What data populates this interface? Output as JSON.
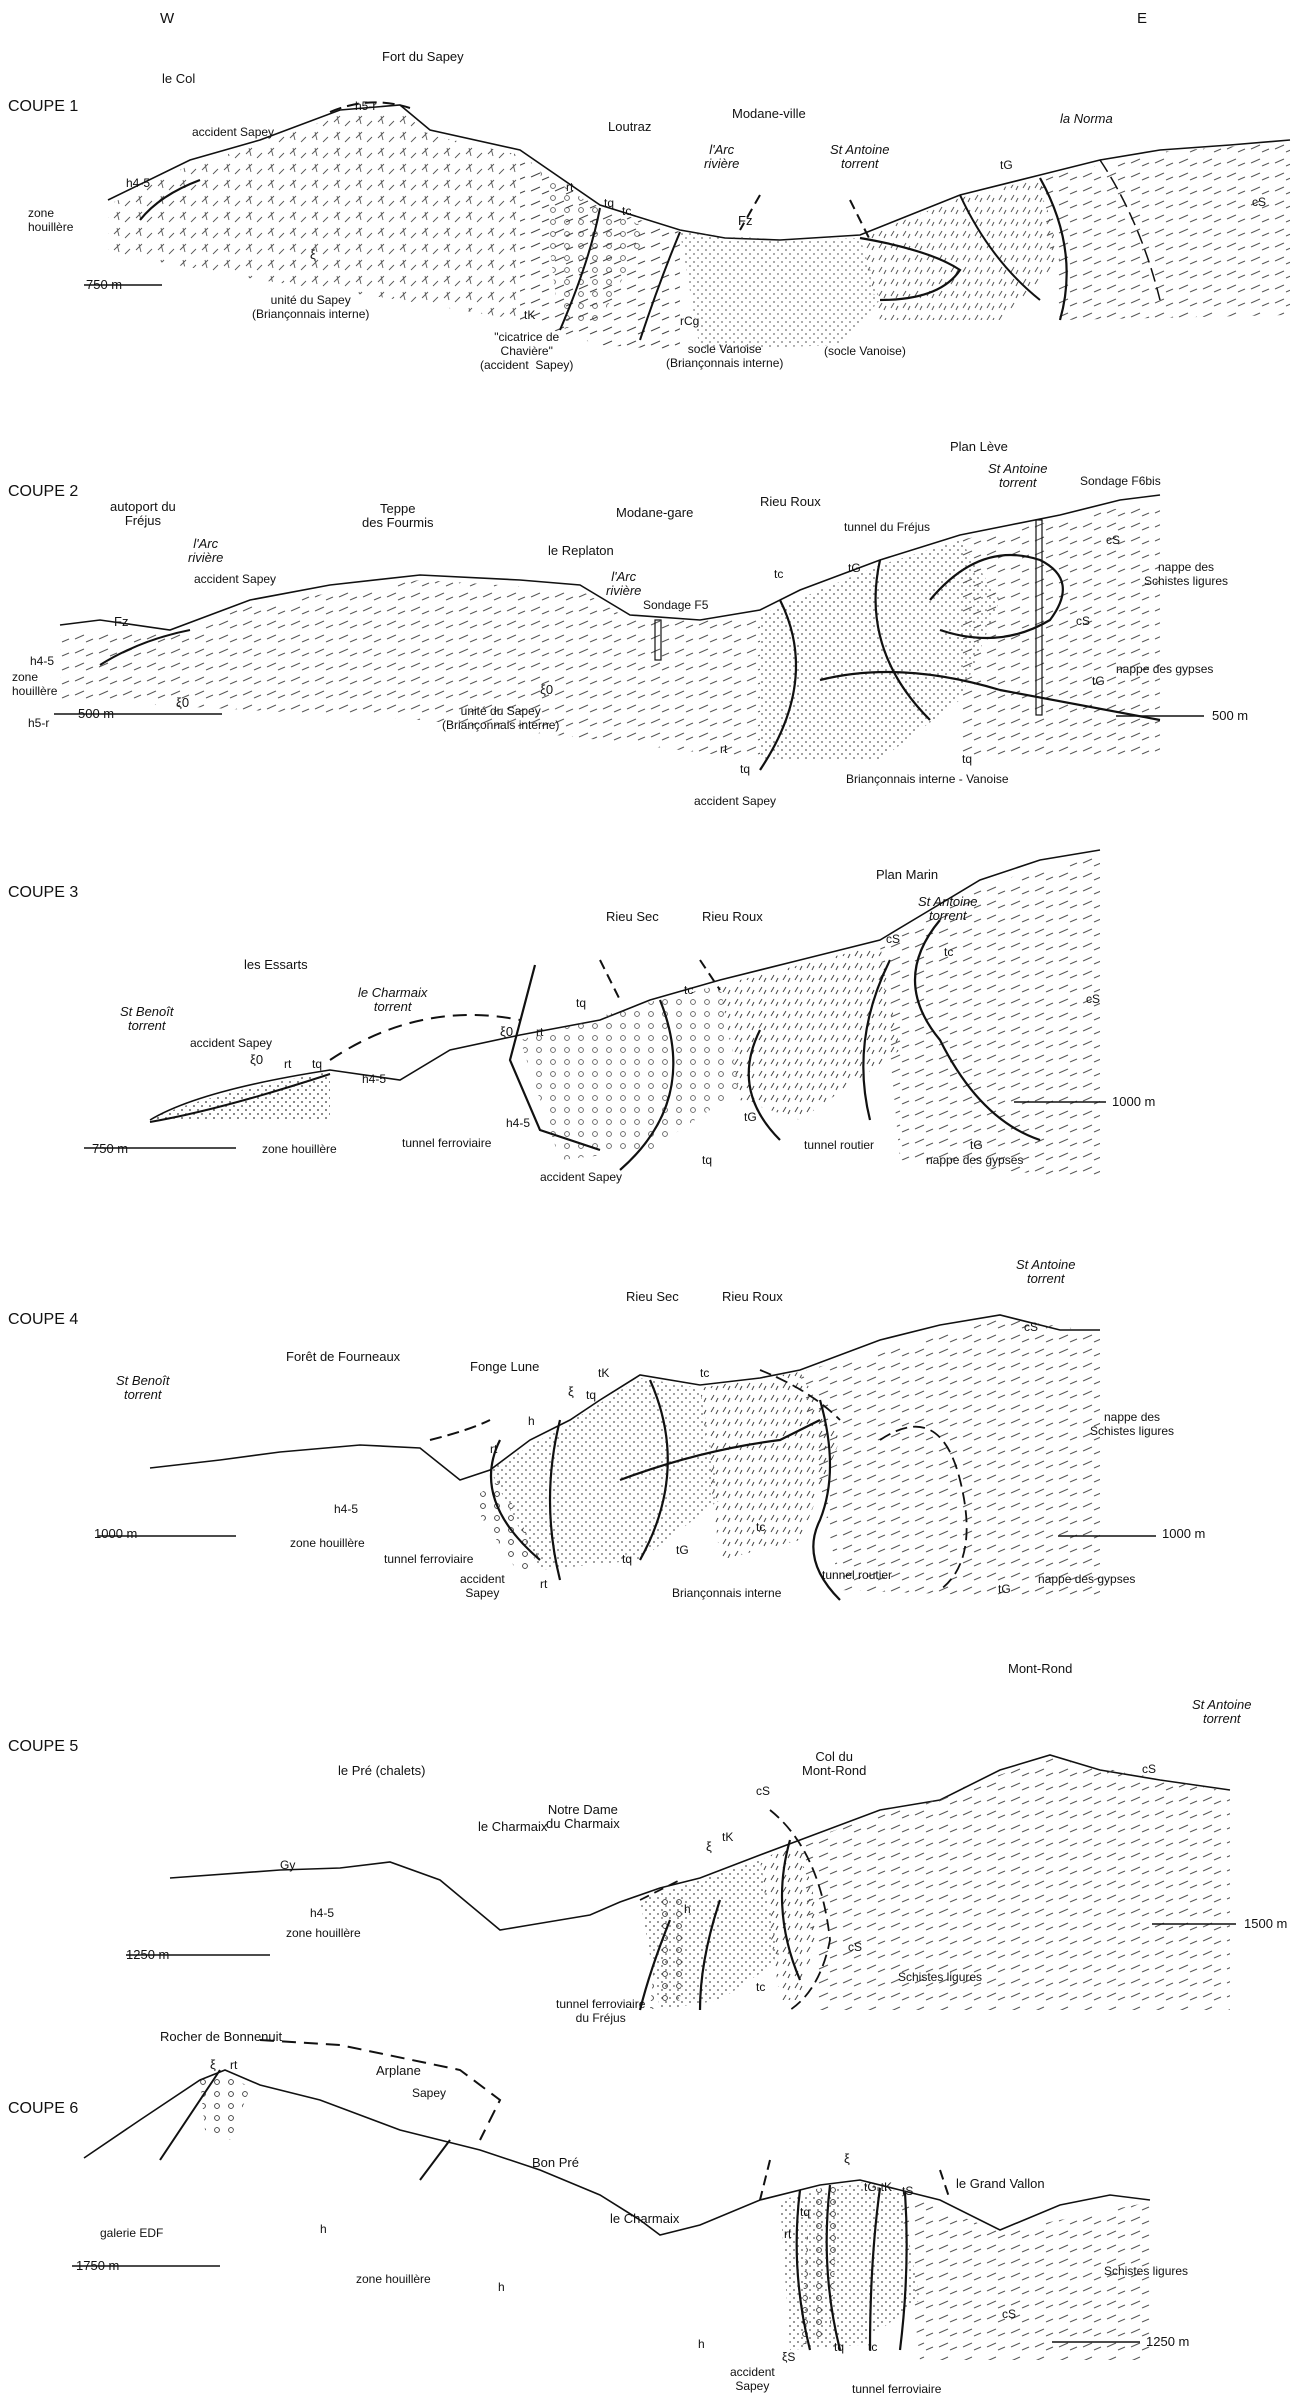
{
  "compass": {
    "west": "W",
    "east": "E"
  },
  "sections": [
    {
      "id": "coupe1",
      "title": "COUPE 1",
      "scale_label": "750 m",
      "labels": {
        "le_col": "le Col",
        "fort_sapey": "Fort du Sapey",
        "h5r": "h5-r",
        "accident_sapey": "accident Sapey",
        "h45": "h4-5",
        "zone_houillere": "zone\nhouillère",
        "xi": "ξ",
        "unite_sapey": "unité du Sapey\n(Briançonnais interne)",
        "loutraz": "Loutraz",
        "rt": "rt",
        "tq": "tq",
        "tc": "tc",
        "arc_riviere": "l'Arc\nrivière",
        "fz": "Fz",
        "modane_ville": "Modane-ville",
        "st_antoine": "St Antoine\ntorrent",
        "la_norma": "la Norma",
        "tg": "tG",
        "cs": "cS",
        "tk": "tK",
        "cicatrice": "\"cicatrice de\nChavière\"\n(accident  Sapey)",
        "rcg": "rCg",
        "socle_vanoise": "socle Vanoise\n(Briançonnais interne)",
        "socle_vanoise_paren": "(socle Vanoise)"
      }
    },
    {
      "id": "coupe2",
      "title": "COUPE 2",
      "scale_label_left": "500 m",
      "scale_label_right": "500 m",
      "labels": {
        "autoport": "autoport du\nFréjus",
        "arc_riviere": "l'Arc\nrivière",
        "accident_sapey": "accident Sapey",
        "teppe": "Teppe\ndes Fourmis",
        "le_replaton": "le Replaton",
        "modane_gare": "Modane-gare",
        "rieu_roux": "Rieu Roux",
        "plan_leve": "Plan Lève",
        "st_antoine": "St Antoine\ntorrent",
        "sondage_f6bis": "Sondage F6bis",
        "tunnel_frejus": "tunnel du Fréjus",
        "fz": "Fz",
        "sondage_f5": "Sondage F5",
        "h45": "h4-5",
        "zone_houillere": "zone\nhouillère",
        "h5r": "h5-r",
        "xi0": "ξ0",
        "unite_sapey": "unité du Sapey\n(Briançonnais interne)",
        "tc": "tc",
        "tg": "tG",
        "cs": "cS",
        "nappe_schistes": "nappe des\nSchistes ligures",
        "nappe_gypses": "nappe des gypses",
        "rt": "rt",
        "tq": "tq",
        "brianconnais_vanoise": "Briançonnais interne - Vanoise"
      }
    },
    {
      "id": "coupe3",
      "title": "COUPE 3",
      "scale_label_left": "750 m",
      "scale_label_right": "1000 m",
      "labels": {
        "plan_marin": "Plan Marin",
        "st_antoine": "St Antoine\ntorrent",
        "cs": "cS",
        "tc": "tc",
        "rieu_sec": "Rieu Sec",
        "rieu_roux": "Rieu Roux",
        "les_essarts": "les Essarts",
        "charmaix": "le Charmaix\ntorrent",
        "st_benoit": "St Benoît\ntorrent",
        "accident_sapey": "accident Sapey",
        "xi0": "ξ0",
        "rt": "rt",
        "tq": "tq",
        "h45": "h4-5",
        "zone_houillere": "zone houillère",
        "tunnel_ferroviaire": "tunnel ferroviaire",
        "accident_sapey_b": "accident Sapey",
        "tg": "tG",
        "tunnel_routier": "tunnel routier",
        "nappe_gypses": "nappe des gypses"
      }
    },
    {
      "id": "coupe4",
      "title": "COUPE 4",
      "scale_label_left": "1000 m",
      "scale_label_right": "1000 m",
      "labels": {
        "st_antoine": "St Antoine\ntorrent",
        "cs": "cS",
        "rieu_sec": "Rieu Sec",
        "rieu_roux": "Rieu Roux",
        "st_benoit": "St Benoît\ntorrent",
        "foret": "Forêt de Fourneaux",
        "fonge_lune": "Fonge Lune",
        "tk": "tK",
        "tc": "tc",
        "xi": "ξ",
        "tq": "tq",
        "h": "h",
        "rt": "rt",
        "nappe_schistes": "nappe des\nSchistes ligures",
        "h45": "h4-5",
        "zone_houillere": "zone houillère",
        "tunnel_ferroviaire": "tunnel ferroviaire",
        "accident_sapey": "accident\nSapey",
        "tg": "tG",
        "brianconnais": "Briançonnais interne",
        "tunnel_routier": "tunnel routier",
        "nappe_gypses": "nappe des gypses"
      }
    },
    {
      "id": "coupe5",
      "title": "COUPE 5",
      "scale_label_left": "1250 m",
      "scale_label_right": "1500 m",
      "labels": {
        "mont_rond": "Mont-Rond",
        "st_antoine": "St Antoine\ntorrent",
        "cs": "cS",
        "le_pre": "le Pré (chalets)",
        "col_mont_rond": "Col du\nMont-Rond",
        "notre_dame": "Notre Dame\ndu Charmaix",
        "le_charmaix": "le Charmaix",
        "gy": "Gy",
        "h45": "h4-5",
        "zone_houillere": "zone houillère",
        "h": "h",
        "xi": "ξ",
        "tk": "tK",
        "tc": "tc",
        "tunnel_frejus": "tunnel ferroviaire\ndu Fréjus",
        "schistes_ligures": "Schistes ligures"
      }
    },
    {
      "id": "coupe6",
      "title": "COUPE 6",
      "scale_label_left": "1750 m",
      "scale_label_right": "1250 m",
      "labels": {
        "rocher": "Rocher de Bonnenuit",
        "xi": "ξ",
        "rt": "rt",
        "arplane": "Arplane",
        "sapey": "Sapey",
        "bon_pre": "Bon Pré",
        "le_charmaix": "le Charmaix",
        "tq": "tq",
        "tgtk": "tG-tK",
        "ts": "tS",
        "grand_vallon": "le Grand Vallon",
        "galerie_edf": "galerie EDF",
        "h": "h",
        "zone_houillere": "zone houillère",
        "schistes_ligures": "Schistes ligures",
        "cs": "cS",
        "tc": "tc",
        "accident_sapey": "accident\nSapey",
        "xis": "ξS",
        "tunnel_ferroviaire": "tunnel ferroviaire"
      }
    }
  ]
}
